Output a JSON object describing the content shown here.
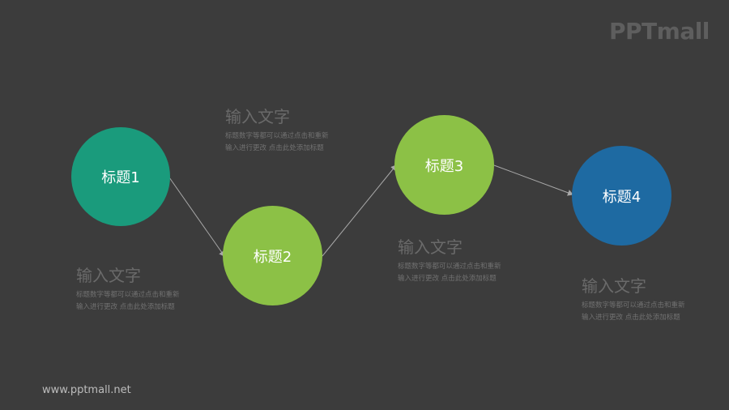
{
  "brand": {
    "logo_text": "PPTmall",
    "website": "www.pptmall.net"
  },
  "nodes": [
    {
      "label": "标题1",
      "color": "#1a9b7c"
    },
    {
      "label": "标题2",
      "color": "#8cc146"
    },
    {
      "label": "标题3",
      "color": "#8cc146"
    },
    {
      "label": "标题4",
      "color": "#1e6aa2"
    }
  ],
  "text_blocks": [
    {
      "heading": "输入文字",
      "line1": "标题数字等都可以通过点击和重新",
      "line2": "输入进行更改 点击此处添加标题"
    },
    {
      "heading": "输入文字",
      "line1": "标题数字等都可以通过点击和重新",
      "line2": "输入进行更改 点击此处添加标题"
    },
    {
      "heading": "输入文字",
      "line1": "标题数字等都可以通过点击和重新",
      "line2": "输入进行更改 点击此处添加标题"
    },
    {
      "heading": "输入文字",
      "line1": "标题数字等都可以通过点击和重新",
      "line2": "输入进行更改 点击此处添加标题"
    }
  ]
}
